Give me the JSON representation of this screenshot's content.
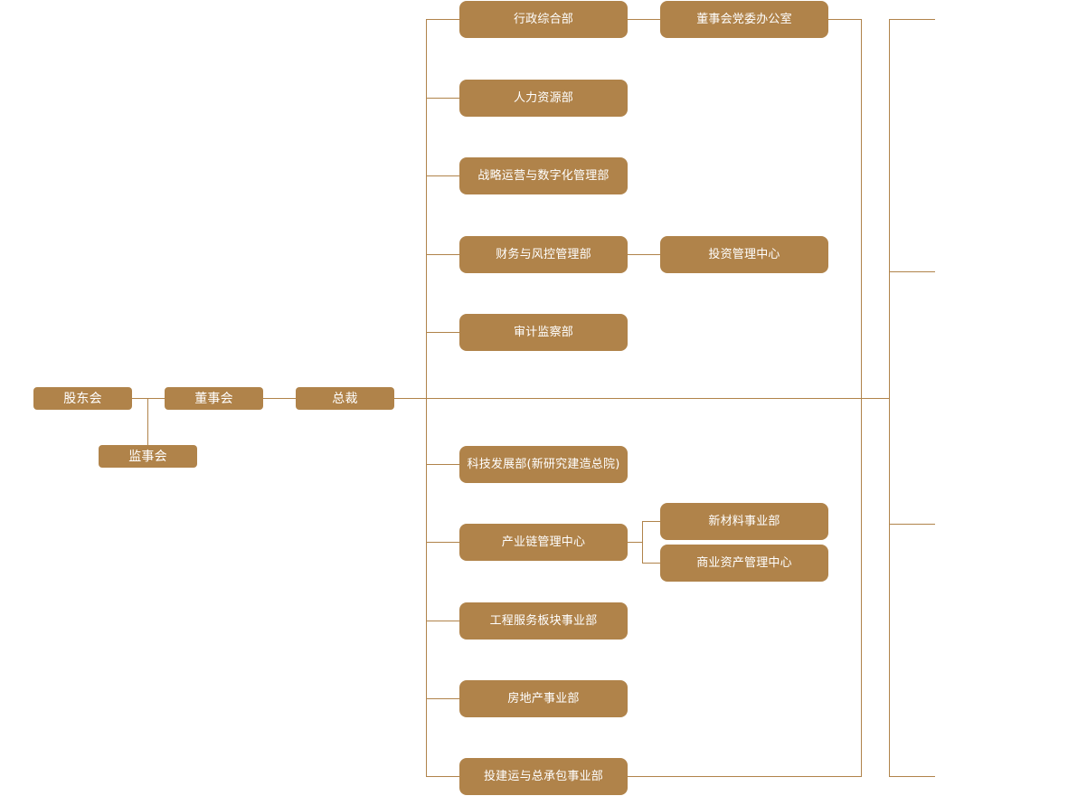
{
  "diagram": {
    "line_color": "#b0834a",
    "node_color": "#b0834a",
    "text_color": "#ffffff",
    "governance": {
      "shareholders": "股东会",
      "board": "董事会",
      "supervisory_board": "监事会",
      "president": "总裁"
    },
    "departments": {
      "admin": "行政综合部",
      "board_office": "董事会党委办公室",
      "hr": "人力资源部",
      "strategy": "战略运营与数字化管理部",
      "finance": "财务与风控管理部",
      "investment_center": "投资管理中心",
      "audit": "审计监察部",
      "tech": "科技发展部(新研究建造总院)",
      "industry_chain": "产业链管理中心",
      "new_materials": "新材料事业部",
      "commercial_assets": "商业资产管理中心",
      "engineering": "工程服务板块事业部",
      "real_estate": "房地产事业部",
      "epc": "投建运与总承包事业部"
    }
  }
}
